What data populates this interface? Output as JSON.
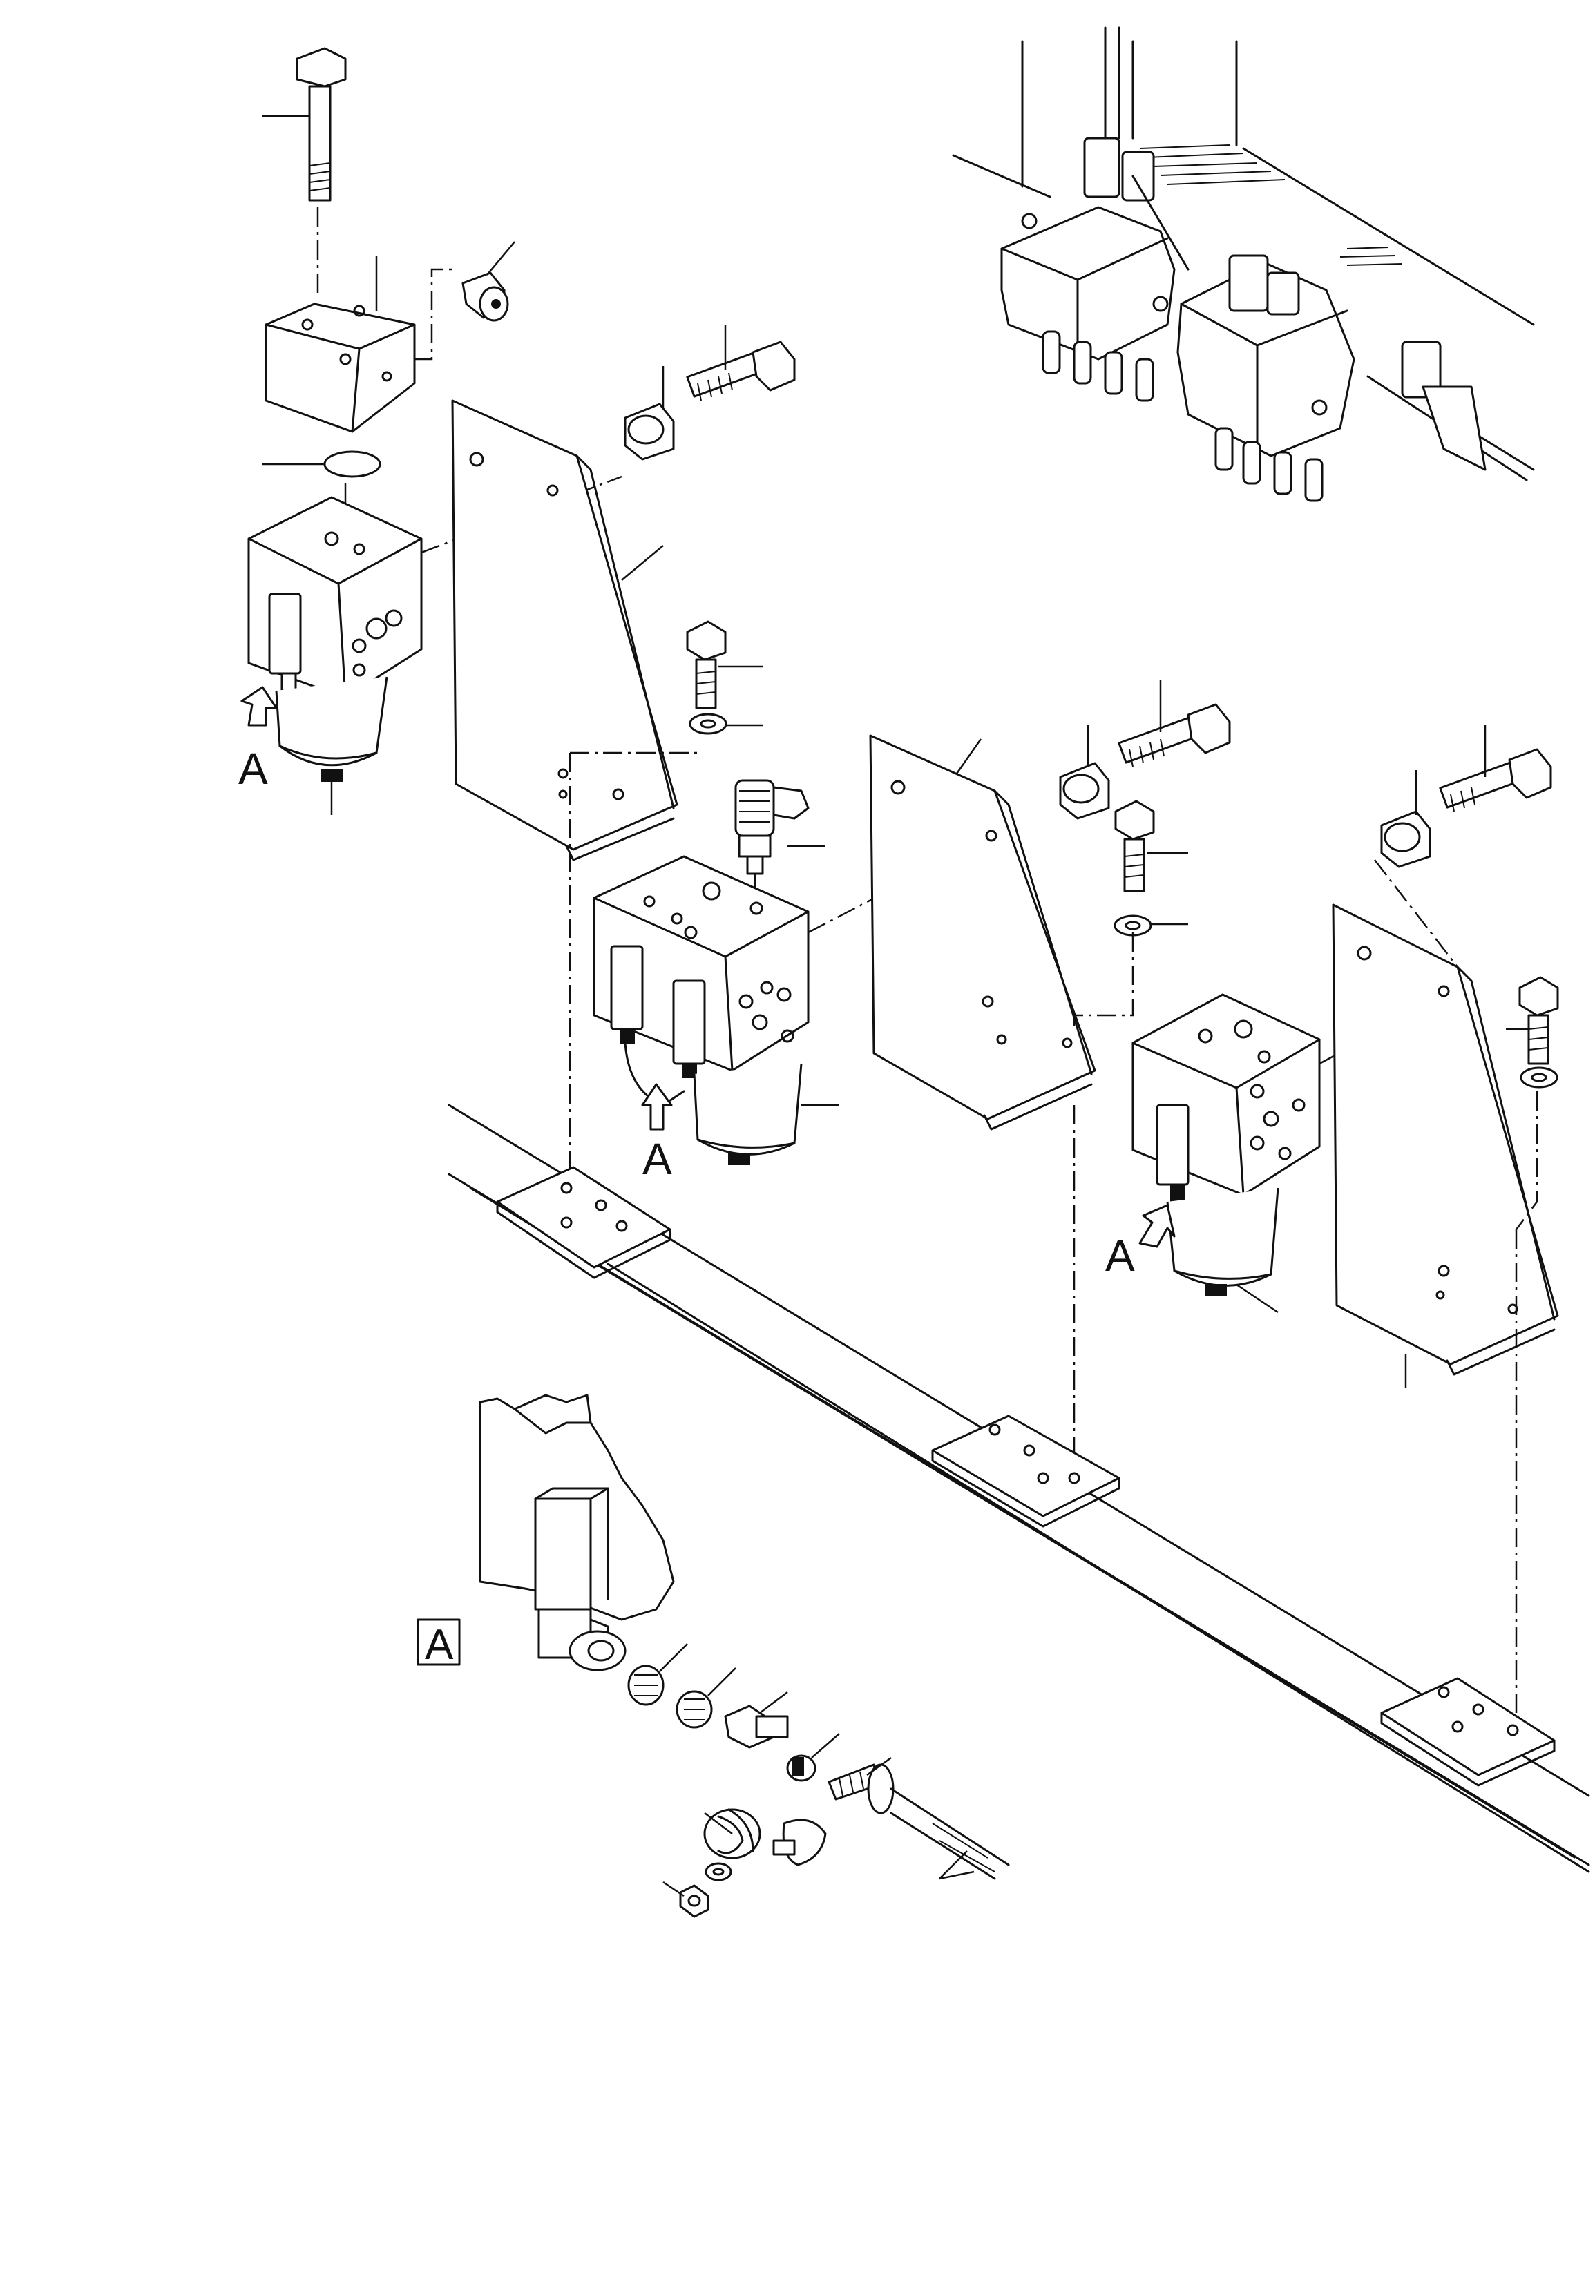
{
  "callouts": {
    "view_a_1": "A",
    "view_a_2": "A",
    "view_a_3": "A",
    "detail_label": "A"
  }
}
